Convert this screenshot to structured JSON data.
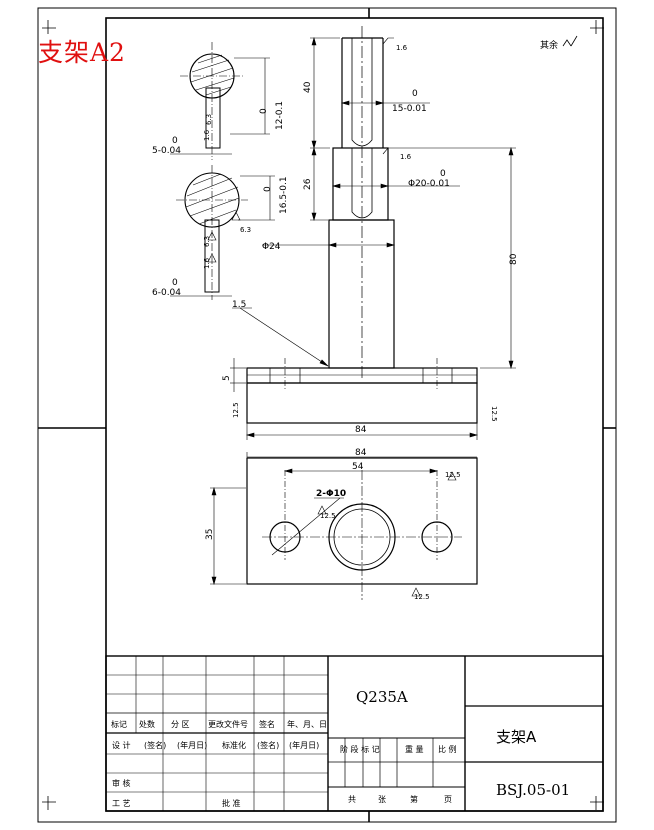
{
  "corner_title": "支架A2",
  "tech_mark": "其余",
  "dimensions": {
    "shaft_top_dia": "15-0.01",
    "shaft_top_dia_tol": "0",
    "shaft_mid_dia": "Φ20-0.01",
    "shaft_mid_dia_tol": "0",
    "shaft_base_dia": "Φ24",
    "len_40": "40",
    "len_26": "26",
    "len_80": "80",
    "base_thickness": "5",
    "base_width": "84",
    "top_view_width": "84",
    "hole_spacing": "54",
    "top_view_height": "35",
    "holes": "2-Φ10",
    "fillet": "1.5",
    "sec1_height": "12-0.1",
    "sec1_height_tol": "0",
    "sec1_width": "5-0.04",
    "sec1_width_tol": "0",
    "sec2_height": "16.5-0.1",
    "sec2_height_tol": "0",
    "sec2_width": "6-0.04",
    "sec2_width_tol": "0"
  },
  "roughness": {
    "r12_5": "12.5",
    "r6_3": "6.3",
    "r1_6": "1.6"
  },
  "title_block": {
    "material": "Q235A",
    "part_name": "支架A",
    "drawing_no": "BSJ.05-01",
    "h_mark": "标记",
    "h_count": "处数",
    "h_zone": "分 区",
    "h_docno": "更改文件号",
    "h_sign": "签名",
    "h_date": "年、月、日",
    "r_design": "设 计",
    "r_signed1": "(签名)",
    "r_date1": "(年月日)",
    "r_std": "标准化",
    "r_signed2": "(签名)",
    "r_date2": "(年月日)",
    "r_review": "审 核",
    "r_process": "工 艺",
    "r_approve": "批 准",
    "stage": "阶 段 标 记",
    "weight": "重 量",
    "scale": "比 例",
    "total": "共",
    "sheets": "张",
    "page": "第",
    "page_unit": "页"
  }
}
